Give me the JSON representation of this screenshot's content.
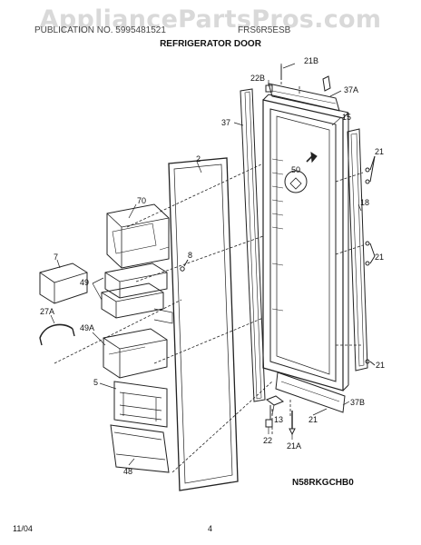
{
  "watermark": "AppliancePartsPros.com",
  "header": {
    "left": "PUBLICATION NO. 5995481521",
    "right": "FRS6R5ESB"
  },
  "title": "REFRIGERATOR DOOR",
  "model_code": "N58RKGCHB0",
  "footer": {
    "date": "11/04",
    "page": "4"
  },
  "callouts": {
    "c21B": "21B",
    "c22B": "22B",
    "c37A": "37A",
    "c37": "37",
    "c15": "15",
    "c21a": "21",
    "c2": "2",
    "c50": "50",
    "c70": "70",
    "c18": "18",
    "c8": "8",
    "c7": "7",
    "c21b": "21",
    "c49": "49",
    "c27A": "27A",
    "c49A": "49A",
    "c21c": "21",
    "c5": "5",
    "c37B": "37B",
    "c13": "13",
    "c21d": "21",
    "c22": "22",
    "c21A": "21A",
    "c48": "48"
  }
}
